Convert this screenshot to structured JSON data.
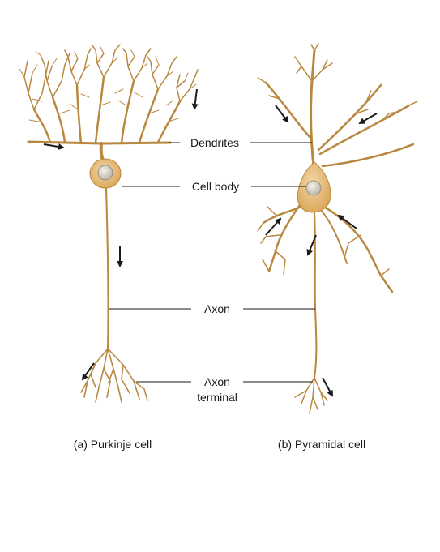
{
  "labels": {
    "dendrites": "Dendrites",
    "cell_body": "Cell body",
    "axon": "Axon",
    "axon_terminal_line1": "Axon",
    "axon_terminal_line2": "terminal"
  },
  "captions": {
    "purkinje": "(a) Purkinje cell",
    "pyramidal": "(b) Pyramidal cell"
  },
  "colors": {
    "neuron_fill": "#e6bd79",
    "neuron_outline": "#b98840",
    "nucleus": "#d9d4c8",
    "text": "#1a1a1a"
  }
}
